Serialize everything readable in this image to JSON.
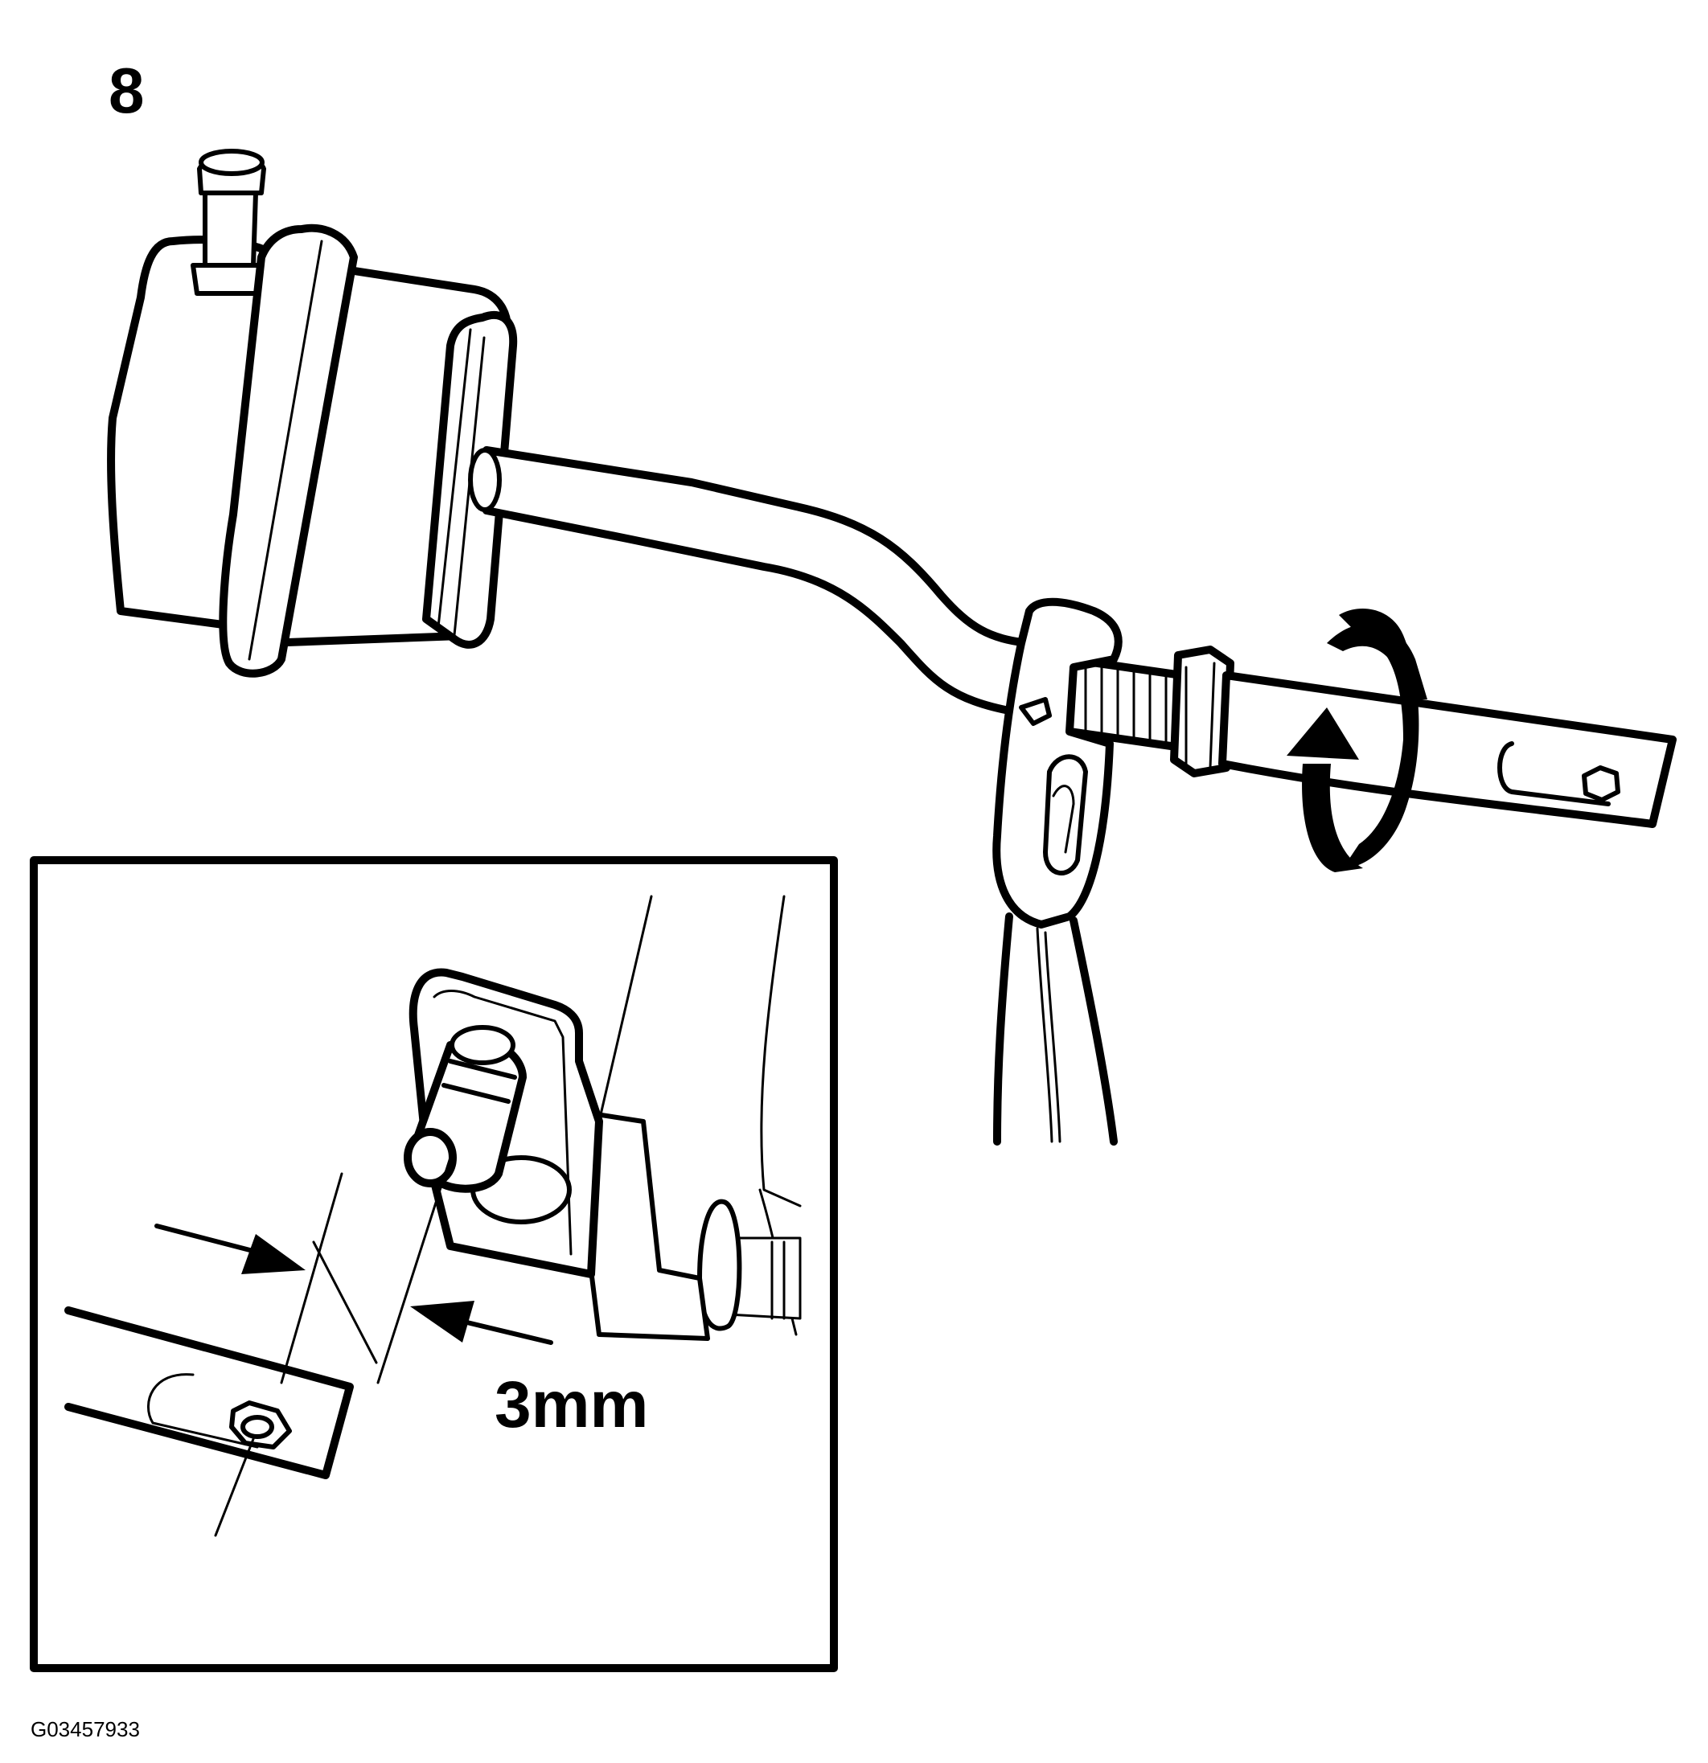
{
  "step_number": "8",
  "inset_dimension_label": "3mm",
  "figure_code": "G03457933",
  "colors": {
    "ink": "#000000",
    "background": "#ffffff"
  }
}
